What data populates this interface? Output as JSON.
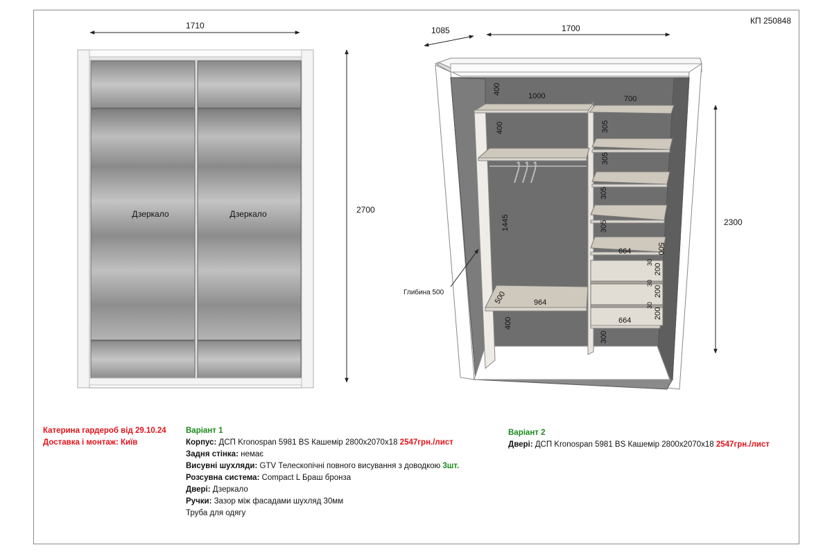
{
  "project_number": "КП 250848",
  "front_view": {
    "width_label": "1710",
    "height_label": "2700",
    "door_left_label": "Дзеркало",
    "door_right_label": "Дзеркало"
  },
  "iso_view": {
    "depth_label": "1085",
    "width_label": "1700",
    "height_label": "2300",
    "depth_note": "Глибина 500",
    "labels": {
      "top_gap": "400",
      "left_width": "1000",
      "right_width": "700",
      "left_shelf_gap": "400",
      "hanging_height": "1445",
      "bottom_shelf_depth": "500",
      "bottom_shelf_width": "964",
      "bottom_gap": "400",
      "right_shelf_1": "305",
      "right_shelf_2": "305",
      "right_shelf_3": "305",
      "right_shelf_4": "305",
      "drawer_shelf_width": "664",
      "drawer_top_gap": "500",
      "drawer_gap_1": "30",
      "drawer_h_1": "200",
      "drawer_gap_2": "30",
      "drawer_h_2": "200",
      "drawer_gap_3": "30",
      "drawer_h_3": "200",
      "drawer_bottom_width": "664",
      "plinth": "300"
    }
  },
  "client": {
    "title": "Катерина гардероб від 29.10.24",
    "delivery": "Доставка і монтаж: Київ"
  },
  "variant1": {
    "title": "Варіант 1",
    "corpus_label": "Корпус:",
    "corpus_value": " ДСП Kronospan 5981 BS Кашемір 2800х2070х18 ",
    "corpus_price": "2547грн./лист",
    "back_label": "Задня стінка:",
    "back_value": "  немає",
    "drawers_label": "Висувні шухляди:",
    "drawers_value": " GTV Телескопічні повного висування з доводкою ",
    "drawers_count": "3шт.",
    "sliding_label": "Розсувна система:",
    "sliding_value": " Compact L Браш бронза",
    "doors_label": "Двері:",
    "doors_value": " Дзеркало",
    "handles_label": "Ручки:",
    "handles_value": " Зазор між фасадами шухляд 30мм",
    "rod": "Труба для одягу"
  },
  "variant2": {
    "title": "Варіант 2",
    "doors_label": "Двері:",
    "doors_value": " ДСП Kronospan 5981 BS Кашемір 2800х2070х18 ",
    "doors_price": "2547грн./лист"
  },
  "colors": {
    "price_red": "#e0141b",
    "variant_green": "#1c8a1c",
    "board": "#cfc8bc",
    "inner_gray": "#6e6e6e"
  }
}
